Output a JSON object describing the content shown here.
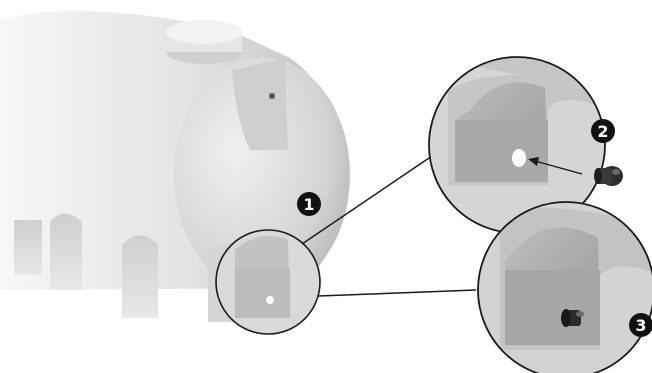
{
  "steps": [
    {
      "number": "1"
    },
    {
      "number": "2"
    },
    {
      "number": "3"
    }
  ],
  "colors": {
    "tank_body": "#d9d9d9",
    "tank_shadow": "#a8a8a8",
    "badge": "#111111",
    "outline": "#1a1a1a",
    "plug": "#2b2b2b"
  }
}
